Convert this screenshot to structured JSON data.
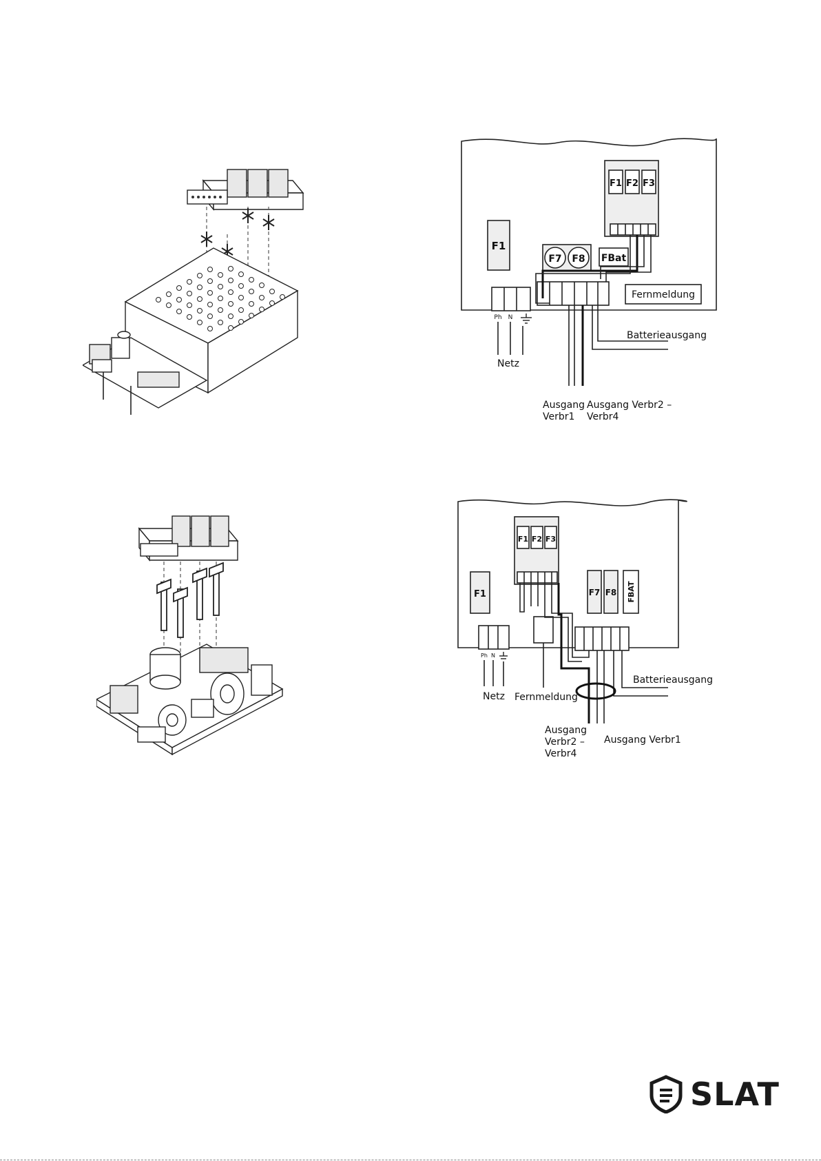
{
  "diagram1": {
    "fuse_f1": "F1",
    "fuse_block": [
      "F1",
      "F2",
      "F3"
    ],
    "fuse_f7": "F7",
    "fuse_f8": "F8",
    "fuse_fbat": "FBat",
    "fernmeldung": "Fernmeldung",
    "batterieausgang": "Batterieausgang",
    "terminal_ph": "Ph",
    "terminal_n": "N",
    "netz": "Netz",
    "ausgang_verbr1": [
      "Ausgang",
      "Verbr1"
    ],
    "ausgang_verbr2": [
      "Ausgang Verbr2 –",
      "Verbr4"
    ]
  },
  "diagram2": {
    "fuse_f1": "F1",
    "fuse_block": [
      "F1",
      "F2",
      "F3"
    ],
    "fuse_f7": "F7",
    "fuse_f8": "F8",
    "fuse_fbat": "FBAT",
    "terminal_ph": "Ph",
    "terminal_n": "N",
    "netz": "Netz",
    "fernmeldung": "Fernmeldung",
    "batterieausgang": "Batterieausgang",
    "ausgang_verbr2": [
      "Ausgang",
      "Verbr2 –",
      "Verbr4"
    ],
    "ausgang_verbr1": "Ausgang Verbr1"
  },
  "logo": {
    "text": "SLAT",
    "icon": "slat-shield-logo"
  }
}
